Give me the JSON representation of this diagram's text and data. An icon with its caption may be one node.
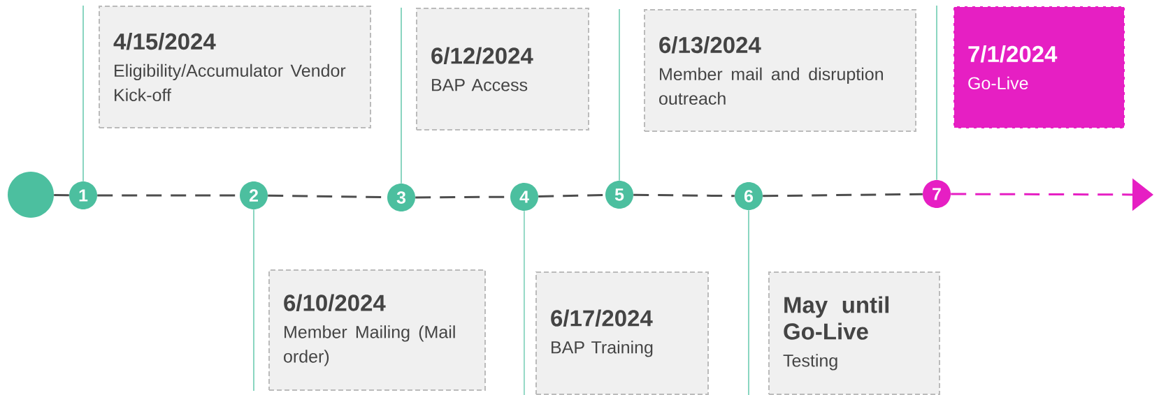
{
  "diagram": {
    "nodes": [
      {
        "text": [],
        "shape": "circle"
      },
      {
        "text": [
          "1"
        ]
      },
      {
        "text": [
          "2"
        ]
      },
      {
        "text": [
          "3"
        ]
      },
      {
        "text": [
          "4"
        ]
      },
      {
        "text": [
          "5"
        ]
      },
      {
        "text": [
          "6"
        ]
      },
      {
        "text": [
          "7"
        ]
      },
      {
        "text": [
          "4/15/2024",
          "Eligibility/Accumulator Vendor Kick-off"
        ]
      },
      {
        "text": [
          "6/10/2024",
          "Member Mailing (Mail order)"
        ]
      },
      {
        "text": [
          "6/12/2024",
          "BAP Access"
        ]
      },
      {
        "text": [
          "6/17/2024",
          "BAP Training"
        ]
      },
      {
        "text": [
          "6/13/2024",
          "Member mail and disruption outreach"
        ]
      },
      {
        "text": [
          "May until Go-Live",
          "Testing"
        ]
      },
      {
        "text": [
          "7/1/2024",
          "Go-Live"
        ]
      }
    ],
    "edges": [
      {
        "from": 0,
        "to": 1,
        "arrow": "none",
        "style": "dashed",
        "color": "#4d4d4d"
      },
      {
        "from": 1,
        "to": 2,
        "arrow": "none",
        "style": "dashed",
        "color": "#4d4d4d"
      },
      {
        "from": 2,
        "to": 3,
        "arrow": "none",
        "style": "dashed",
        "color": "#4d4d4d"
      },
      {
        "from": 3,
        "to": 4,
        "arrow": "none",
        "style": "dashed",
        "color": "#4d4d4d"
      },
      {
        "from": 4,
        "to": 5,
        "arrow": "none",
        "style": "dashed",
        "color": "#4d4d4d"
      },
      {
        "from": 5,
        "to": 6,
        "arrow": "none",
        "style": "dashed",
        "color": "#4d4d4d"
      },
      {
        "from": 6,
        "to": 7,
        "arrow": "none",
        "style": "dashed",
        "color": "#4d4d4d"
      },
      {
        "from": 7,
        "to": null,
        "arrow": "to",
        "style": "dashed",
        "color": "#e61fc3"
      },
      {
        "from": 1,
        "to": 8,
        "arrow": "none",
        "color": "#4cbf9f"
      },
      {
        "from": 2,
        "to": 9,
        "arrow": "none",
        "color": "#4cbf9f"
      },
      {
        "from": 3,
        "to": 10,
        "arrow": "none",
        "color": "#4cbf9f"
      },
      {
        "from": 4,
        "to": 11,
        "arrow": "none",
        "color": "#4cbf9f"
      },
      {
        "from": 5,
        "to": 12,
        "arrow": "none",
        "color": "#4cbf9f"
      },
      {
        "from": 6,
        "to": 13,
        "arrow": "none",
        "color": "#4cbf9f"
      },
      {
        "from": 7,
        "to": 14,
        "arrow": "none",
        "color": "#4cbf9f"
      }
    ]
  }
}
